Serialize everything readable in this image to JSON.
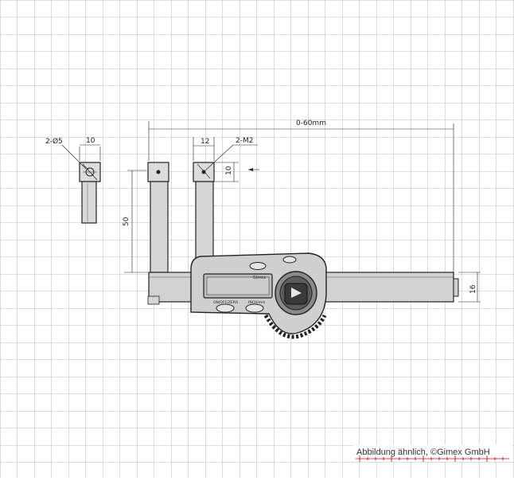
{
  "dimensions": {
    "range": "0-60mm",
    "end_width": "12",
    "thread": "2-M2",
    "end_height": "10",
    "leg_length": "50",
    "beam_height": "16",
    "detail_width": "10",
    "detail_hole": "2-Ø5"
  },
  "display": {
    "brand": "Gimex",
    "button_left": "ON/OFF/ZERO",
    "button_right": "INCH/mm"
  },
  "caption": "Abbildung ähnlich, ©Gimex GmbH",
  "colors": {
    "grid": "#9a9a9a",
    "line": "#222222",
    "body": "#d4d4d4",
    "display": "#bdbdbd"
  }
}
